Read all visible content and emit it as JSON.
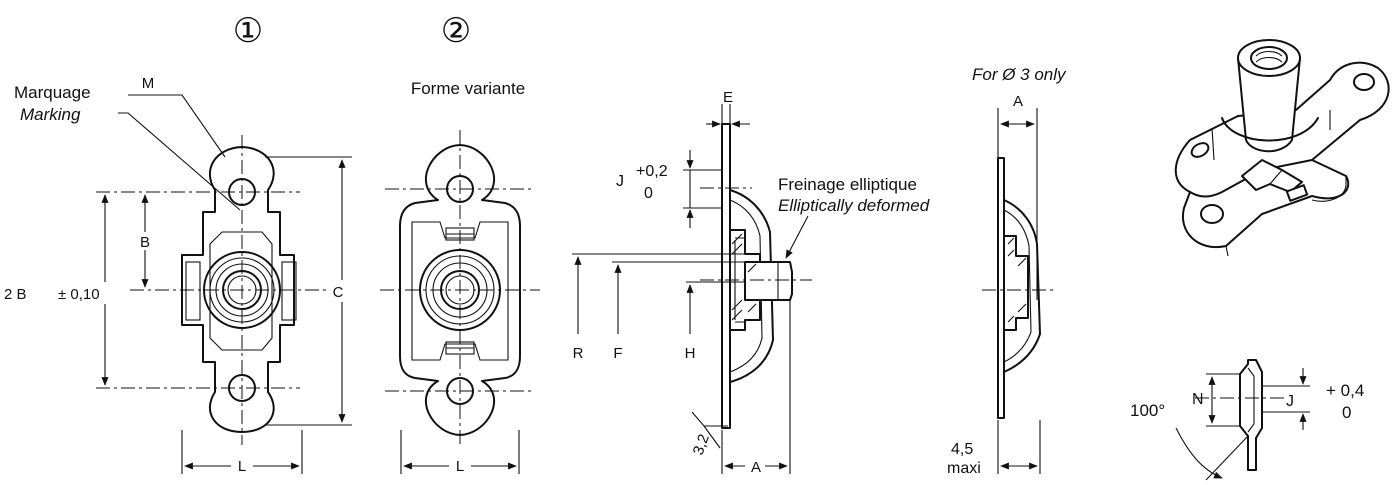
{
  "markers": {
    "view1": "①",
    "view2": "②"
  },
  "view1": {
    "label_m": "M",
    "marking_fr": "Marquage",
    "marking_en": "Marking",
    "label_b": "B",
    "label_c": "C",
    "label_l": "L",
    "dim_2b": "2 B",
    "tol_2b": "± 0,10"
  },
  "view2": {
    "title": "Forme variante",
    "label_l": "L"
  },
  "side_view": {
    "label_e": "E",
    "label_j": "J",
    "tol_j_plus": "+0,2",
    "tol_j_zero": "0",
    "locking_fr": "Freinage elliptique",
    "locking_en": "Elliptically deformed",
    "label_r": "R",
    "label_f": "F",
    "label_h": "H",
    "label_a": "A",
    "angle_32": "3,2"
  },
  "side_view_small": {
    "note": "For Ø 3 only",
    "label_a": "A",
    "max_value": "4,5",
    "max_word": "maxi"
  },
  "detail": {
    "angle": "100°",
    "label_n": "N",
    "label_j": "J",
    "tol_plus": "+ 0,4",
    "tol_zero": "0"
  }
}
